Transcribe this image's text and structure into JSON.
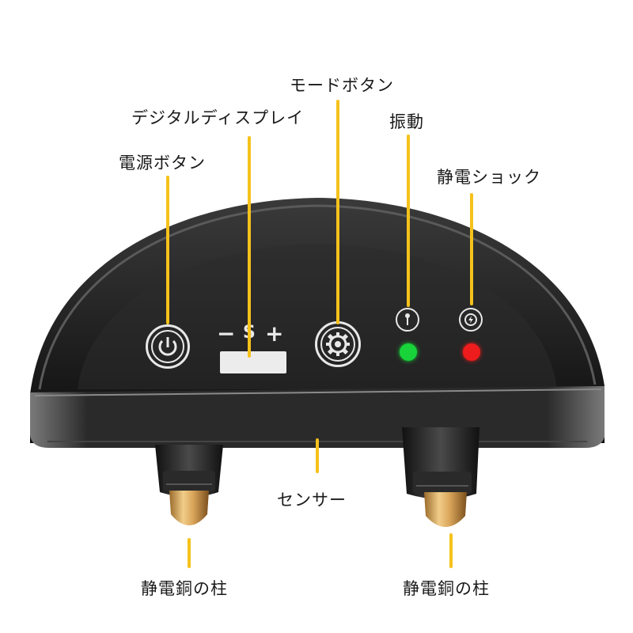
{
  "labels": {
    "mode_button": "モードボタン",
    "digital_display": "デジタルディスプレイ",
    "vibration": "振動",
    "power_button": "電源ボタン",
    "static_shock": "静電ショック",
    "sensor": "センサー",
    "copper_post_left": "静電銅の柱",
    "copper_post_right": "静電銅の柱"
  },
  "display": {
    "minus": "−",
    "s": "S",
    "plus": "+"
  },
  "colors": {
    "leader": "#f5c21b",
    "vibration_led": "#18d43a",
    "shock_led": "#ee1c1c",
    "body_dark": "#1c1c1c",
    "copper": "#d9a55a"
  },
  "icons": {
    "power": "power-icon",
    "mode": "gear-icon",
    "vibration": "vibration-icon",
    "shock": "lightning-icon"
  }
}
